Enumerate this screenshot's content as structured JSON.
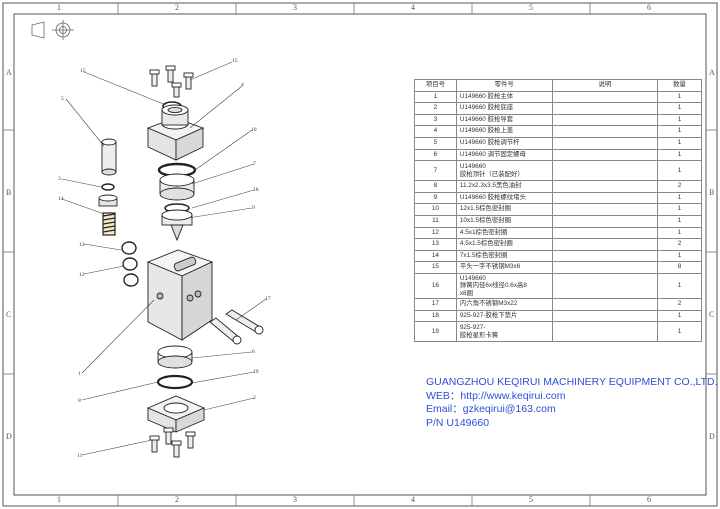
{
  "sheet": {
    "col_numbers": [
      "1",
      "2",
      "3",
      "4",
      "5",
      "6"
    ],
    "row_letters": [
      "A",
      "B",
      "C",
      "D"
    ]
  },
  "bom": {
    "headers": [
      "项目号",
      "零件号",
      "说明",
      "数量"
    ],
    "rows": [
      {
        "no": "1",
        "part": "U149660 胶枪主体",
        "desc": "",
        "qty": "1"
      },
      {
        "no": "2",
        "part": "U149660 胶枪底座",
        "desc": "",
        "qty": "1"
      },
      {
        "no": "3",
        "part": "U149660 胶枪导套",
        "desc": "",
        "qty": "1"
      },
      {
        "no": "4",
        "part": "U149660 胶枪上盖",
        "desc": "",
        "qty": "1"
      },
      {
        "no": "5",
        "part": "U149660 胶枪调节杆",
        "desc": "",
        "qty": "1"
      },
      {
        "no": "6",
        "part": "U149660 调节固定螺母",
        "desc": "",
        "qty": "1"
      },
      {
        "no": "7",
        "part": "U149660\n胶枪顶针（已装配好）",
        "desc": "",
        "qty": "1"
      },
      {
        "no": "8",
        "part": "11.2x2.3x3.5黑色油封",
        "desc": "",
        "qty": "2"
      },
      {
        "no": "9",
        "part": "U149660 胶枪螺纹堵头",
        "desc": "",
        "qty": "1"
      },
      {
        "no": "10",
        "part": "12x1.5棕色密封圈",
        "desc": "",
        "qty": "1"
      },
      {
        "no": "11",
        "part": "10x1.5棕色密封圈",
        "desc": "",
        "qty": "1"
      },
      {
        "no": "12",
        "part": "4.5x1棕色密封圈",
        "desc": "",
        "qty": "1"
      },
      {
        "no": "13",
        "part": "4.5x1.5棕色密封圈",
        "desc": "",
        "qty": "2"
      },
      {
        "no": "14",
        "part": "7x1.5棕色密封圈",
        "desc": "",
        "qty": "1"
      },
      {
        "no": "15",
        "part": "平头一字不锈钢M3x6",
        "desc": "",
        "qty": "8"
      },
      {
        "no": "16",
        "part": "U149660\n弹簧内径6x线径0.6x高8\nx8圈",
        "desc": "",
        "qty": "1"
      },
      {
        "no": "17",
        "part": "内六角不锈钢M3x22",
        "desc": "",
        "qty": "2"
      },
      {
        "no": "18",
        "part": "925-927-胶枪下垫片",
        "desc": "",
        "qty": "1"
      },
      {
        "no": "19",
        "part": "925-927-\n胶枪星形卡簧",
        "desc": "",
        "qty": "1"
      }
    ]
  },
  "company": {
    "name": "GUANGZHOU KEQIRUI MACHINERY EQUIPMENT CO.,LTD.",
    "web": "WEB：http://www.keqirui.com",
    "email": "Email：gzkeqirui@163.com",
    "pn": "P/N U149660"
  },
  "balloons": [
    "15",
    "15",
    "4",
    "5",
    "10",
    "7",
    "3",
    "18",
    "14",
    "9",
    "13",
    "12",
    "1",
    "6",
    "8",
    "19",
    "17",
    "2",
    "11"
  ],
  "colors": {
    "accent": "#2f4fd6",
    "line": "#333333",
    "border": "#555555"
  }
}
